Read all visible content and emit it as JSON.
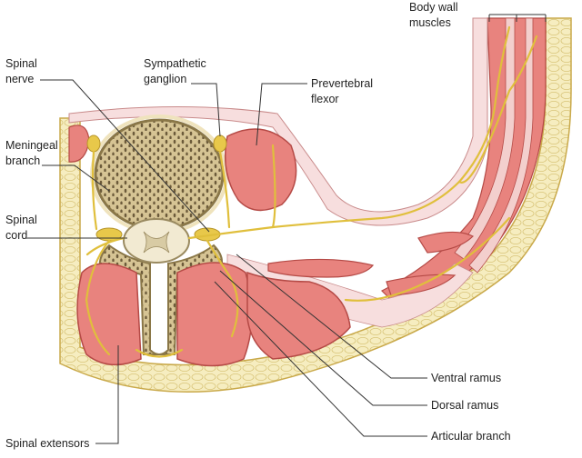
{
  "labels": {
    "body_wall_muscles": [
      "Body wall",
      "muscles"
    ],
    "spinal_nerve": [
      "Spinal",
      "nerve"
    ],
    "sympathetic_ganglion": [
      "Sympathetic",
      "ganglion"
    ],
    "prevertebral_flexor": [
      "Prevertebral",
      "flexor"
    ],
    "meningeal_branch": [
      "Meningeal",
      "branch"
    ],
    "spinal_cord": [
      "Spinal",
      "cord"
    ],
    "ventral_ramus": "Ventral ramus",
    "dorsal_ramus": "Dorsal ramus",
    "articular_branch": "Articular branch",
    "spinal_extensors": "Spinal extensors"
  },
  "colors": {
    "muscle": "#e8837e",
    "muscle_dark": "#c0504c",
    "fascia": "#f3cfcd",
    "nerve": "#e8c84a",
    "bone": "#d9c89a",
    "bone_pores": "#6b5a3a",
    "fat": "#f5e9b0",
    "cavity": "#f7dede"
  }
}
